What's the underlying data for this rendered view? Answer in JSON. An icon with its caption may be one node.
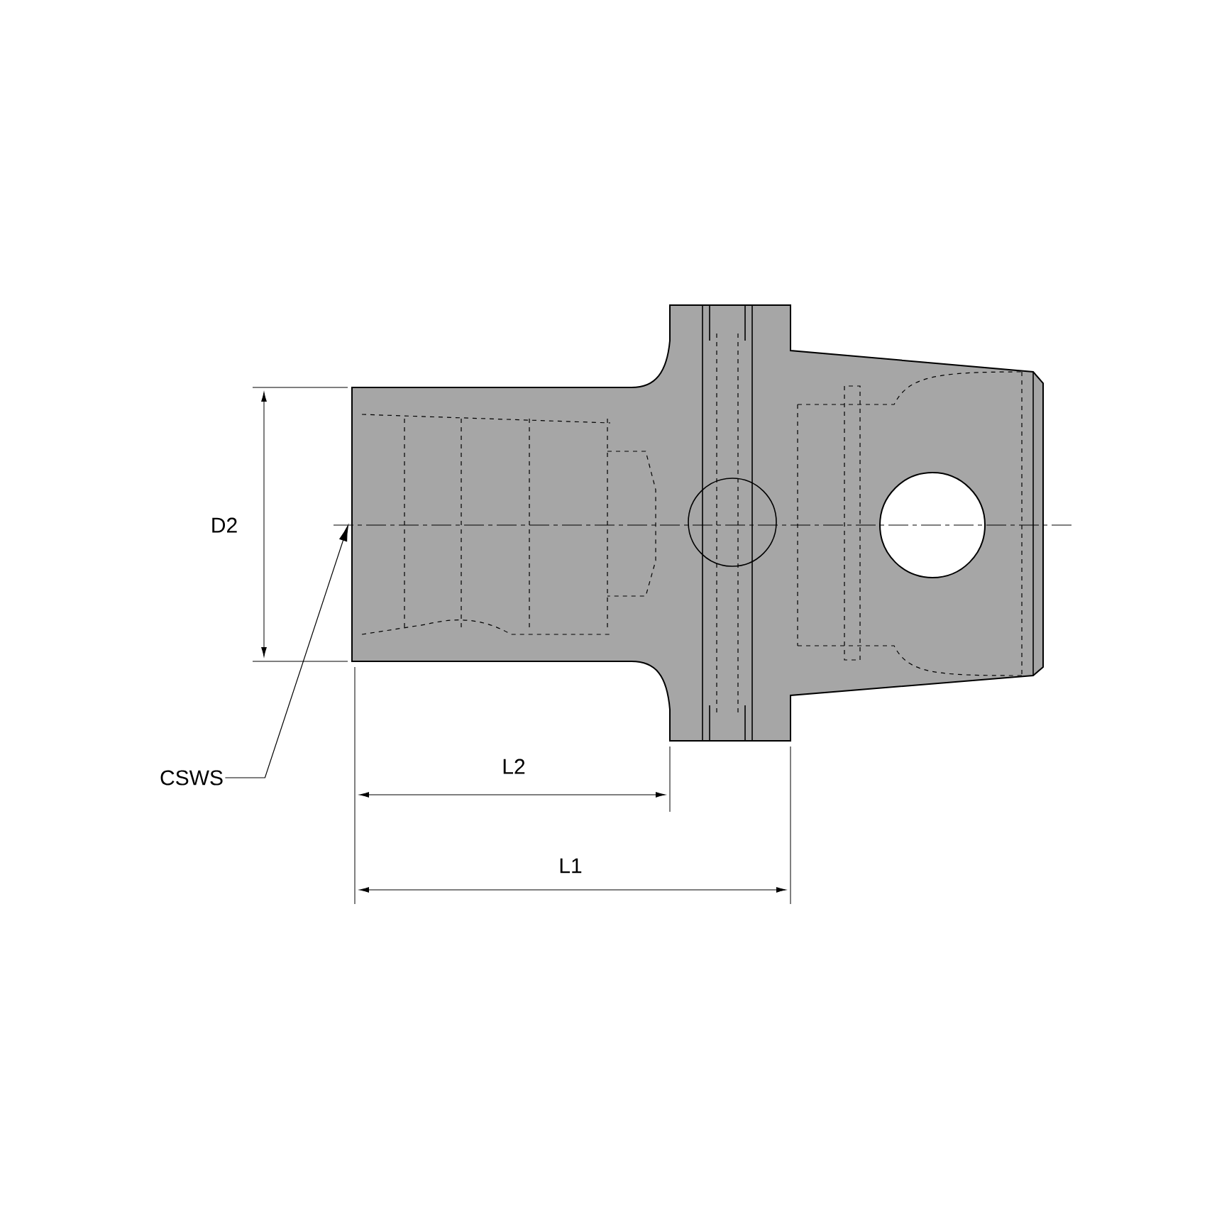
{
  "diagram": {
    "nodes": [
      {
        "text": [
          "CSWS"
        ]
      },
      {
        "text": [],
        "shape": "picture"
      }
    ],
    "edges": [
      {
        "from": 0,
        "to": 1,
        "arrow": "to"
      }
    ],
    "labels": [
      "D2",
      "L2",
      "L1"
    ]
  }
}
